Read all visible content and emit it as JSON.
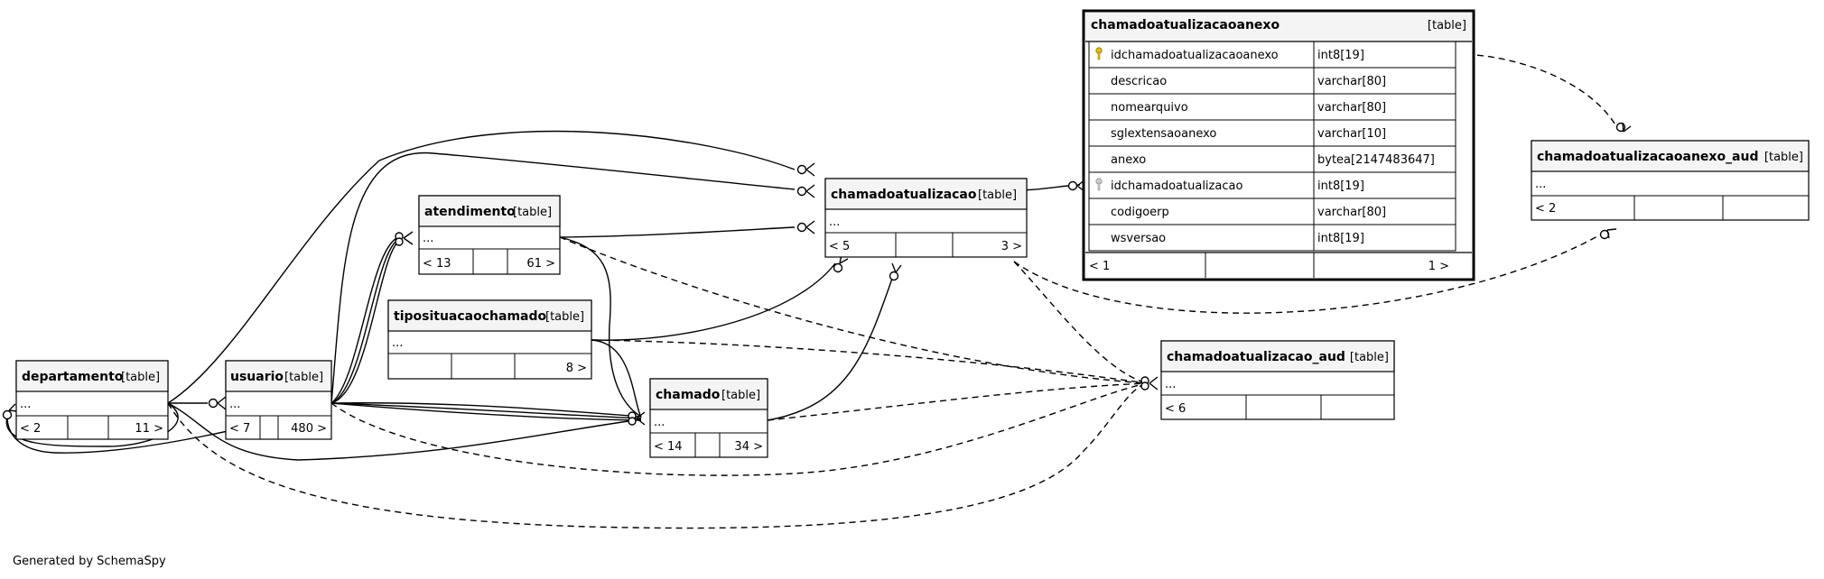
{
  "diagram": {
    "footer": "Generated by SchemaSpy",
    "kind_label": "[table]",
    "colors": {
      "header_fill": "#f4f4f4",
      "line": "#000000",
      "pk_icon": "#e5c100",
      "fk_icon": "#aaaaaa"
    },
    "tables": {
      "departamento": {
        "name": "departamento",
        "placeholder": "...",
        "parents": "< 2",
        "children": "11 >"
      },
      "usuario": {
        "name": "usuario",
        "placeholder": "...",
        "parents": "< 7",
        "children": "480 >"
      },
      "atendimento": {
        "name": "atendimento",
        "placeholder": "...",
        "parents": "< 13",
        "children": "61 >"
      },
      "tipositua": {
        "name": "tiposituaçaochamado",
        "placeholder": "...",
        "parents": "",
        "children": "8 >"
      },
      "chamado": {
        "name": "chamado",
        "placeholder": "...",
        "parents": "< 14",
        "children": "34 >"
      },
      "chamadoat": {
        "name": "chamadoatualizacao",
        "placeholder": "...",
        "parents": "< 5",
        "children": "3 >"
      },
      "anexo": {
        "name": "chamadoatualizacaoanexo",
        "parents": "< 1",
        "children": "1 >",
        "columns": [
          {
            "name": "idchamadoatualizacaoanexo",
            "type": "int8[19]",
            "icon": "key-icon"
          },
          {
            "name": "descricao",
            "type": "varchar[80]",
            "icon": ""
          },
          {
            "name": "nomearquivo",
            "type": "varchar[80]",
            "icon": ""
          },
          {
            "name": "sglextensaoanexo",
            "type": "varchar[10]",
            "icon": ""
          },
          {
            "name": "anexo",
            "type": "bytea[2147483647]",
            "icon": ""
          },
          {
            "name": "idchamadoatualizacao",
            "type": "int8[19]",
            "icon": "foreign-key-icon"
          },
          {
            "name": "codigoerp",
            "type": "varchar[80]",
            "icon": ""
          },
          {
            "name": "wsversao",
            "type": "int8[19]",
            "icon": ""
          }
        ]
      },
      "anexo_aud": {
        "name": "chamadoatualizacaoanexo_aud",
        "placeholder": "...",
        "parents": "< 2",
        "children": ""
      },
      "chamadoat_aud": {
        "name": "chamadoatualizacao_aud",
        "placeholder": "...",
        "parents": "< 6",
        "children": ""
      }
    }
  }
}
